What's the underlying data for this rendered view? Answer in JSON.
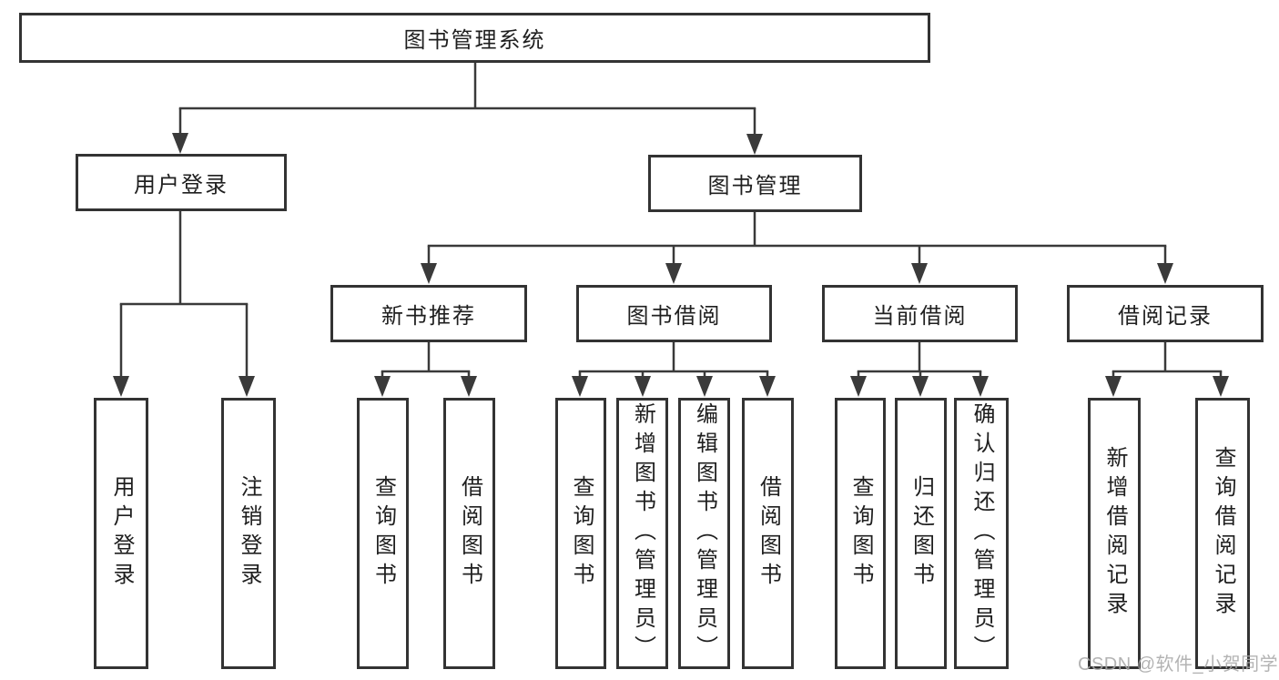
{
  "tree": {
    "root": {
      "label": "图书管理系统",
      "children": [
        {
          "label": "用户登录",
          "children": [
            {
              "label": "用户登录"
            },
            {
              "label": "注销登录"
            }
          ]
        },
        {
          "label": "图书管理",
          "children": [
            {
              "label": "新书推荐",
              "children": [
                {
                  "label": "查询图书"
                },
                {
                  "label": "借阅图书"
                }
              ]
            },
            {
              "label": "图书借阅",
              "children": [
                {
                  "label": "查询图书"
                },
                {
                  "label": "新增图书（管理员）"
                },
                {
                  "label": "编辑图书（管理员）"
                },
                {
                  "label": "借阅图书"
                }
              ]
            },
            {
              "label": "当前借阅",
              "children": [
                {
                  "label": "查询图书"
                },
                {
                  "label": "归还图书"
                },
                {
                  "label": "确认归还（管理员）"
                }
              ]
            },
            {
              "label": "借阅记录",
              "children": [
                {
                  "label": "新增借阅记录"
                },
                {
                  "label": "查询借阅记录"
                }
              ]
            }
          ]
        }
      ]
    }
  },
  "watermark": {
    "text": "CSDN @软件_小贺同学"
  },
  "colors": {
    "line": "#3a3a3a",
    "box_border": "#333333",
    "text": "#1f1f1f",
    "watermark": "#a8a8a8",
    "background": "#ffffff"
  }
}
